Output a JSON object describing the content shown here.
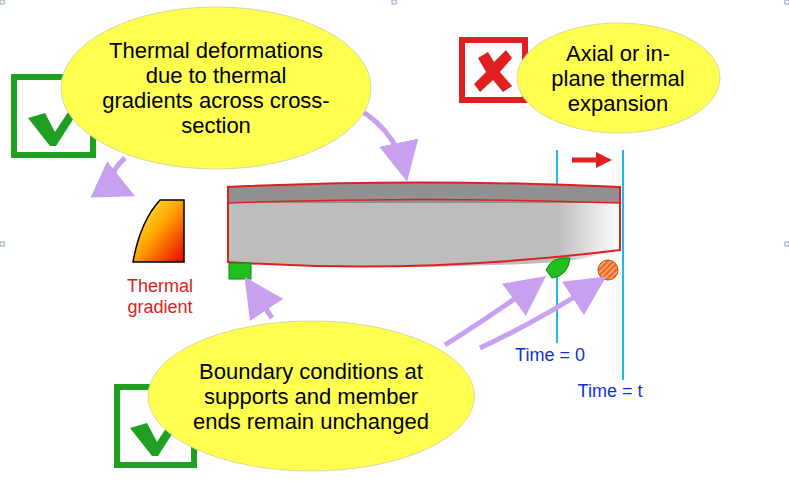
{
  "diagram": {
    "nodes": [
      {
        "text": [
          "Thermal deformations due to thermal gradients across cross-section"
        ]
      },
      {
        "text": [
          "Axial or in-plane thermal expansion"
        ]
      },
      {
        "text": [
          "Boundary conditions at supports and member ends remain unchanged"
        ]
      }
    ],
    "labels": [
      "Thermal gradient",
      "Time = 0",
      "Time = t"
    ]
  }
}
